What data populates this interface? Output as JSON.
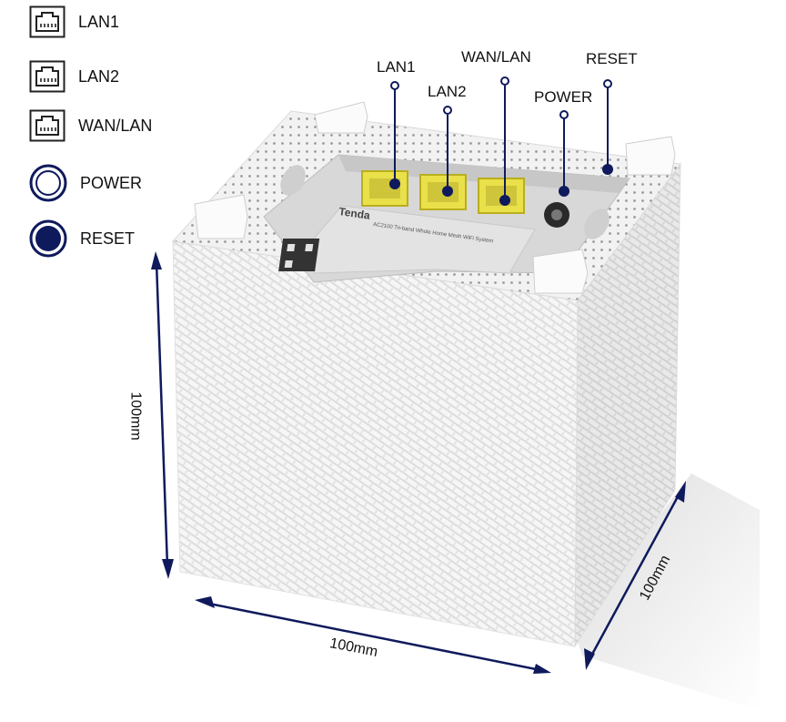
{
  "legend": {
    "items": [
      {
        "label": "LAN1",
        "icon": "ethernet-port-icon"
      },
      {
        "label": "LAN2",
        "icon": "ethernet-port-icon"
      },
      {
        "label": "WAN/LAN",
        "icon": "ethernet-port-icon"
      },
      {
        "label": "POWER",
        "icon": "power-ring-icon"
      },
      {
        "label": "RESET",
        "icon": "reset-dot-icon"
      }
    ]
  },
  "callouts": {
    "lan1": "LAN1",
    "lan2": "LAN2",
    "wan_lan": "WAN/LAN",
    "power": "POWER",
    "reset": "RESET"
  },
  "dimensions": {
    "height": "100mm",
    "width": "100mm",
    "depth": "100mm"
  },
  "label_plate": {
    "brand": "Tenda",
    "line1": "AC2100 Tri-band Whole Home Mesh WiFi System"
  },
  "colors": {
    "accent": "#0f1a5c",
    "port": "#e9e04a",
    "device": "#f4f4f4"
  }
}
